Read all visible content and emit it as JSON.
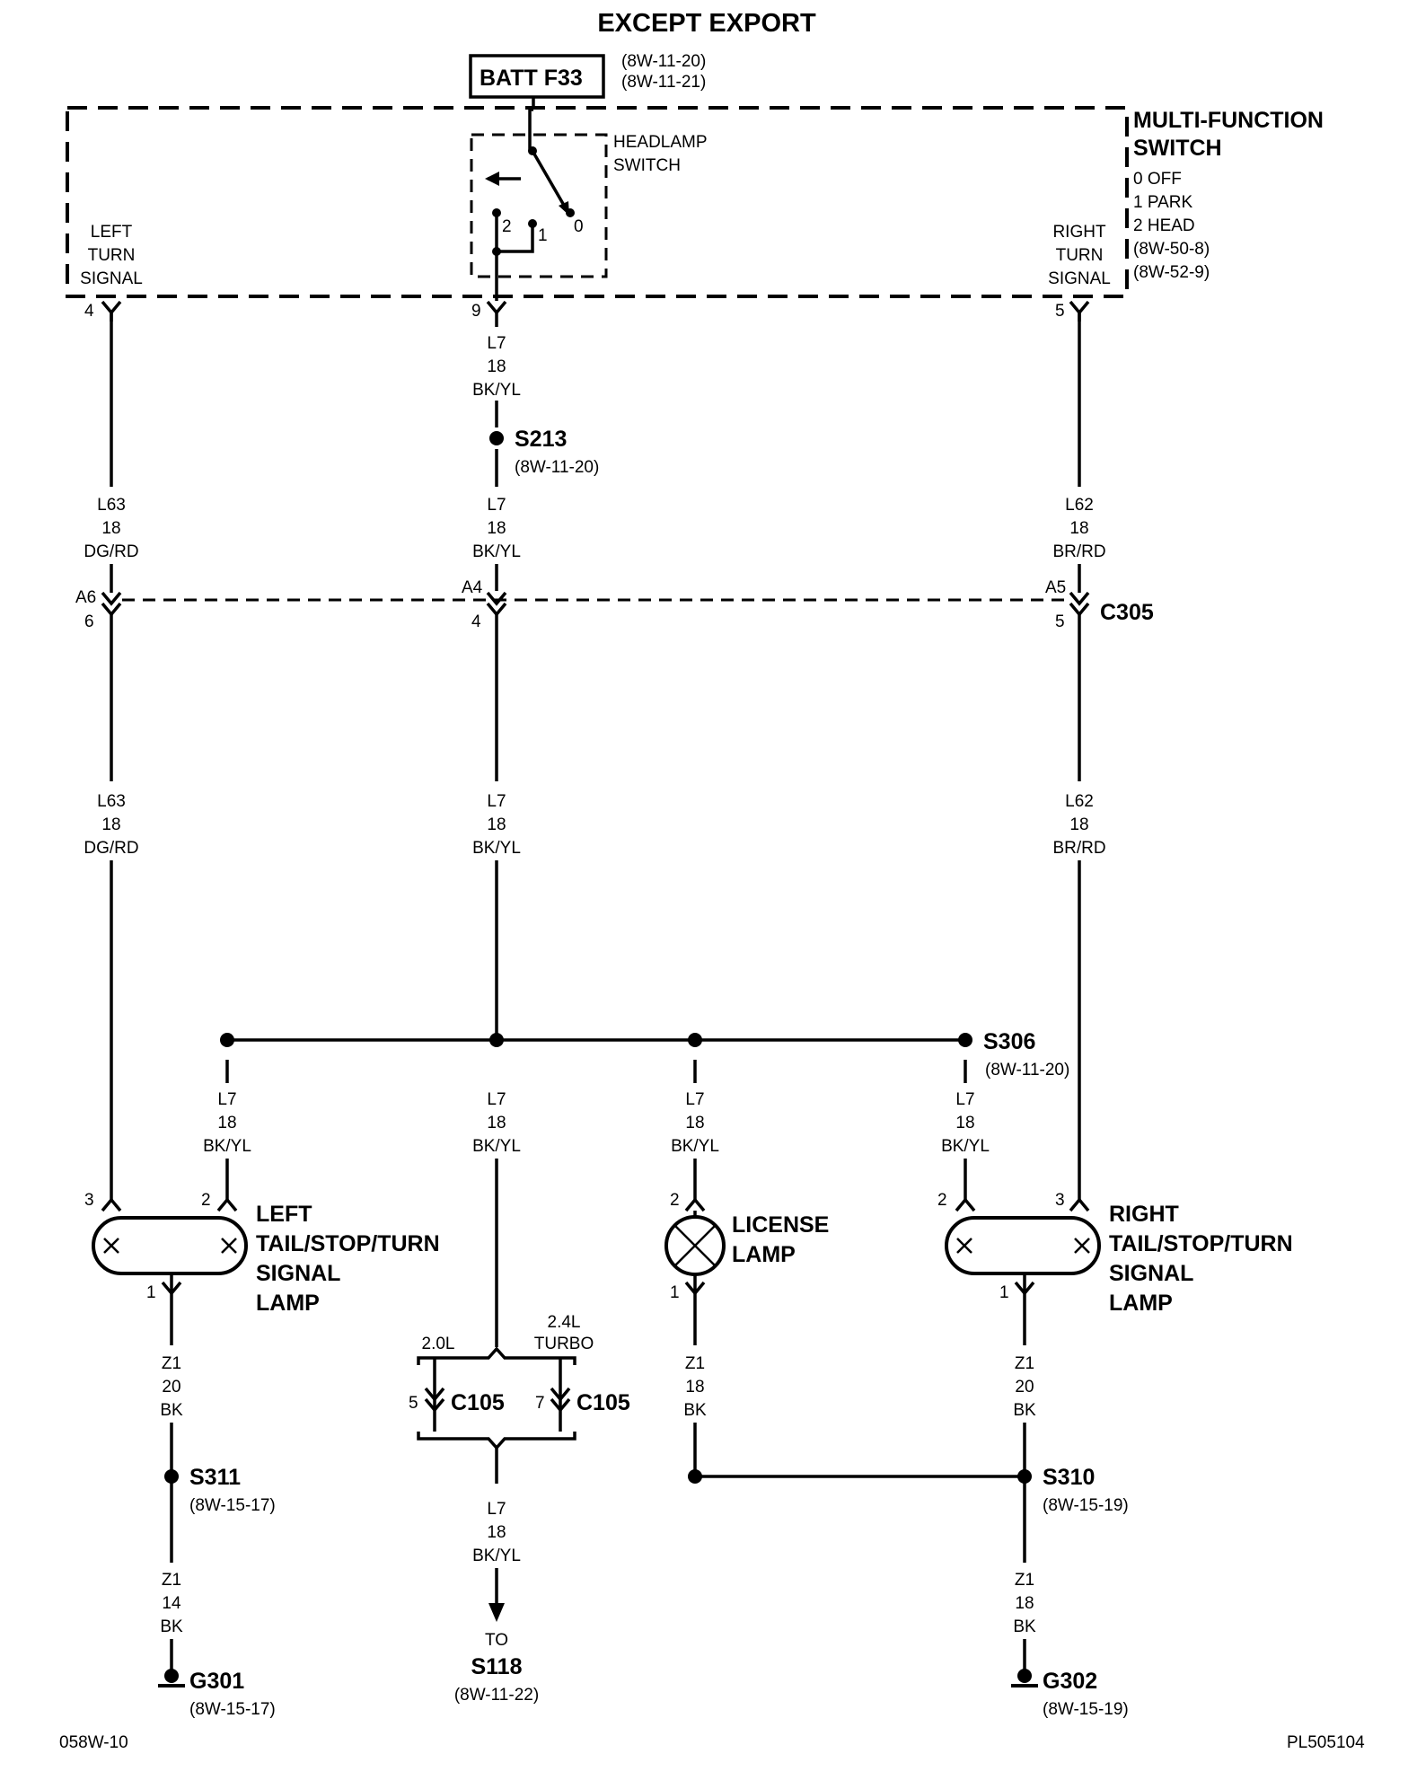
{
  "title": "EXCEPT EXPORT",
  "fuse": {
    "label": "BATT F33",
    "ref1": "(8W-11-20)",
    "ref2": "(8W-11-21)"
  },
  "mfs": {
    "name1": "MULTI-FUNCTION",
    "name2": "SWITCH",
    "pos0": "0 OFF",
    "pos1": "1 PARK",
    "pos2": "2 HEAD",
    "ref1": "(8W-50-8)",
    "ref2": "(8W-52-9)",
    "headlamp1": "HEADLAMP",
    "headlamp2": "SWITCH",
    "sw0": "0",
    "sw1": "1",
    "sw2": "2",
    "left1": "LEFT",
    "left2": "TURN",
    "left3": "SIGNAL",
    "right1": "RIGHT",
    "right2": "TURN",
    "right3": "SIGNAL",
    "pin_left": "4",
    "pin_center": "9",
    "pin_right": "5"
  },
  "wire_l7": {
    "circuit": "L7",
    "gauge": "18",
    "color": "BK/YL"
  },
  "wire_l63": {
    "circuit": "L63",
    "gauge": "18",
    "color": "DG/RD"
  },
  "wire_l62": {
    "circuit": "L62",
    "gauge": "18",
    "color": "BR/RD"
  },
  "wire_z1_20": {
    "circuit": "Z1",
    "gauge": "20",
    "color": "BK"
  },
  "wire_z1_18": {
    "circuit": "Z1",
    "gauge": "18",
    "color": "BK"
  },
  "wire_z1_14": {
    "circuit": "Z1",
    "gauge": "14",
    "color": "BK"
  },
  "s213": {
    "name": "S213",
    "ref": "(8W-11-20)"
  },
  "c305": {
    "name": "C305",
    "pin_a6": "A6",
    "pin_6": "6",
    "pin_a4": "A4",
    "pin_4": "4",
    "pin_a5": "A5",
    "pin_5": "5"
  },
  "s306": {
    "name": "S306",
    "ref": "(8W-11-20)"
  },
  "left_lamp": {
    "line1": "LEFT",
    "line2": "TAIL/STOP/TURN",
    "line3": "SIGNAL",
    "line4": "LAMP",
    "pin3": "3",
    "pin2": "2",
    "pin1": "1"
  },
  "license_lamp": {
    "line1": "LICENSE",
    "line2": "LAMP",
    "pin2": "2",
    "pin1": "1"
  },
  "right_lamp": {
    "line1": "RIGHT",
    "line2": "TAIL/STOP/TURN",
    "line3": "SIGNAL",
    "line4": "LAMP",
    "pin2": "2",
    "pin3": "3",
    "pin1": "1"
  },
  "c105": {
    "name": "C105",
    "opt_a": "2.0L",
    "opt_b1": "2.4L",
    "opt_b2": "TURBO",
    "pin_a": "5",
    "pin_b": "7"
  },
  "s311": {
    "name": "S311",
    "ref": "(8W-15-17)"
  },
  "s310": {
    "name": "S310",
    "ref": "(8W-15-19)"
  },
  "g301": {
    "name": "G301",
    "ref": "(8W-15-17)"
  },
  "g302": {
    "name": "G302",
    "ref": "(8W-15-19)"
  },
  "to_s118": {
    "to": "TO",
    "name": "S118",
    "ref": "(8W-11-22)"
  },
  "footer": {
    "left": "058W-10",
    "right": "PL505104"
  }
}
